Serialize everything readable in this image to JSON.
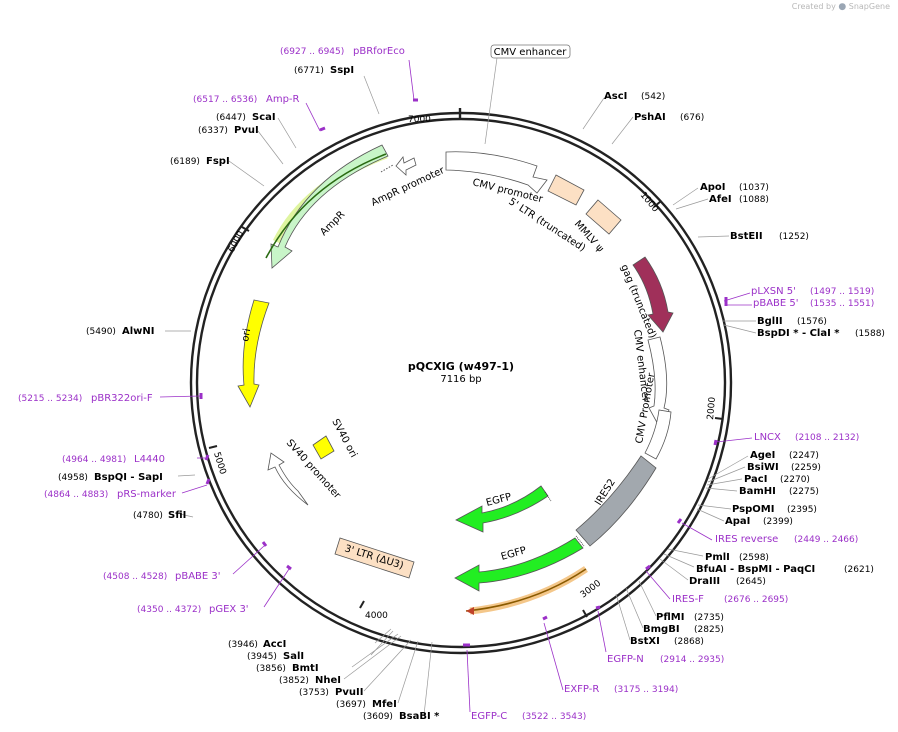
{
  "credit": {
    "prefix": "Created by",
    "brand": "SnapGene"
  },
  "title": "pQCXIG (w497-1)",
  "subtitle": "7116 bp",
  "ticks": [
    "1000",
    "2000",
    "3000",
    "4000",
    "5000",
    "6000",
    "7000"
  ],
  "colors": {
    "purple": "#9b30c8",
    "ampr": "#c8f5c8",
    "ori": "#ffff00",
    "gag": "#a0305a",
    "egfp": "#22ee22",
    "ires": "#a2a8ae",
    "ltr": "#fce0c4",
    "white": "#ffffff"
  },
  "features": {
    "cmv_enhancer_box": "CMV enhancer",
    "cmv_promoter": "CMV promoter",
    "ltr5": "5' LTR (truncated)",
    "mmlv": "MMLV ψ",
    "gag": "gag (truncated)",
    "cmv_enhancer2": "CMV enhancer",
    "cmv_promoter2": "CMV Promoter",
    "ires2": "IRES2",
    "egfp1": "EGFP",
    "egfp2": "EGFP",
    "ltr3": "3' LTR (ΔU3)",
    "sv40_ori": "SV40 ori",
    "sv40_promoter": "SV40 promoter",
    "ori": "ori",
    "ampr": "AmpR",
    "ampr_promoter": "AmpR promoter"
  },
  "sites": [
    {
      "name": "AscI",
      "pos": "(542)"
    },
    {
      "name": "PshAI",
      "pos": "(676)"
    },
    {
      "name": "ApoI",
      "pos": "(1037)"
    },
    {
      "name": "AfeI",
      "pos": "(1088)"
    },
    {
      "name": "BstEII",
      "pos": "(1252)"
    },
    {
      "name": "BglII",
      "pos": "(1576)"
    },
    {
      "name": "BspDI *  -  ClaI *",
      "pos": "(1588)"
    },
    {
      "name": "AgeI",
      "pos": "(2247)"
    },
    {
      "name": "BsiWI",
      "pos": "(2259)"
    },
    {
      "name": "PacI",
      "pos": "(2270)"
    },
    {
      "name": "BamHI",
      "pos": "(2275)"
    },
    {
      "name": "PspOMI",
      "pos": "(2395)"
    },
    {
      "name": "ApaI",
      "pos": "(2399)"
    },
    {
      "name": "PmlI",
      "pos": "(2598)"
    },
    {
      "name": "BfuAI  -  BspMI  -  PaqCI",
      "pos": "(2621)"
    },
    {
      "name": "DraIII",
      "pos": "(2645)"
    },
    {
      "name": "PflMI",
      "pos": "(2735)"
    },
    {
      "name": "BmgBI",
      "pos": "(2825)"
    },
    {
      "name": "BstXI",
      "pos": "(2868)"
    },
    {
      "name": "AccI",
      "pos": "(3946)"
    },
    {
      "name": "SalI",
      "pos": "(3945)"
    },
    {
      "name": "BmtI",
      "pos": "(3856)"
    },
    {
      "name": "NheI",
      "pos": "(3852)"
    },
    {
      "name": "PvuII",
      "pos": "(3753)"
    },
    {
      "name": "MfeI",
      "pos": "(3697)"
    },
    {
      "name": "BsaBI *",
      "pos": "(3609)"
    },
    {
      "name": "SfiI",
      "pos": "(4780)"
    },
    {
      "name": "BspQI  -  SapI",
      "pos": "(4958)"
    },
    {
      "name": "AlwNI",
      "pos": "(5490)"
    },
    {
      "name": "FspI",
      "pos": "(6189)"
    },
    {
      "name": "PvuI",
      "pos": "(6337)"
    },
    {
      "name": "ScaI",
      "pos": "(6447)"
    },
    {
      "name": "SspI",
      "pos": "(6771)"
    }
  ],
  "primers": [
    {
      "name": "pBRforEco",
      "range": "(6927 .. 6945)"
    },
    {
      "name": "Amp-R",
      "range": "(6517 .. 6536)"
    },
    {
      "name": "pLXSN 5'",
      "range": "(1497 .. 1519)"
    },
    {
      "name": "pBABE 5'",
      "range": "(1535 .. 1551)"
    },
    {
      "name": "LNCX",
      "range": "(2108 .. 2132)"
    },
    {
      "name": "IRES reverse",
      "range": "(2449 .. 2466)"
    },
    {
      "name": "IRES-F",
      "range": "(2676 .. 2695)"
    },
    {
      "name": "EGFP-N",
      "range": "(2914 .. 2935)"
    },
    {
      "name": "EXFP-R",
      "range": "(3175 .. 3194)"
    },
    {
      "name": "EGFP-C",
      "range": "(3522 .. 3543)"
    },
    {
      "name": "pBABE 3'",
      "range": "(4508 .. 4528)"
    },
    {
      "name": "pGEX 3'",
      "range": "(4350 .. 4372)"
    },
    {
      "name": "L4440",
      "range": "(4964 .. 4981)"
    },
    {
      "name": "pRS-marker",
      "range": "(4864 .. 4883)"
    },
    {
      "name": "pBR322ori-F",
      "range": "(5215 .. 5234)"
    }
  ]
}
